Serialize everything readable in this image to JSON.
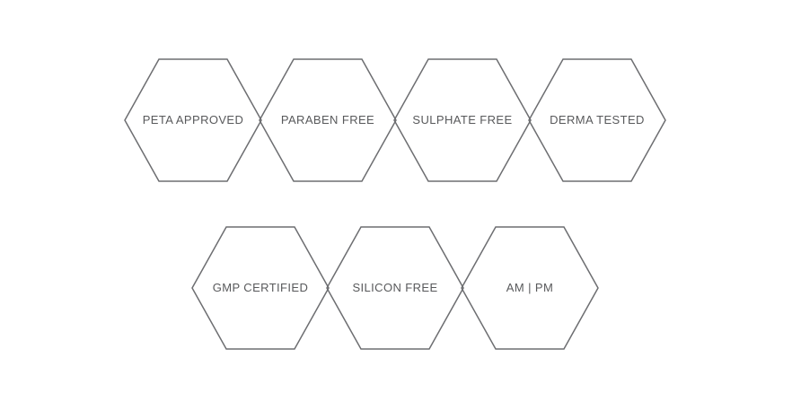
{
  "page": {
    "background_color": "#ffffff"
  },
  "badges": {
    "stroke_color": "#6d6e71",
    "text_color": "#58595b",
    "rows": [
      {
        "items": [
          {
            "label": "PETA APPROVED"
          },
          {
            "label": "PARABEN FREE"
          },
          {
            "label": "SULPHATE FREE"
          },
          {
            "label": "DERMA TESTED"
          }
        ]
      },
      {
        "items": [
          {
            "label": "GMP CERTIFIED"
          },
          {
            "label": "SILICON FREE"
          },
          {
            "label": "AM | PM"
          }
        ]
      }
    ]
  }
}
